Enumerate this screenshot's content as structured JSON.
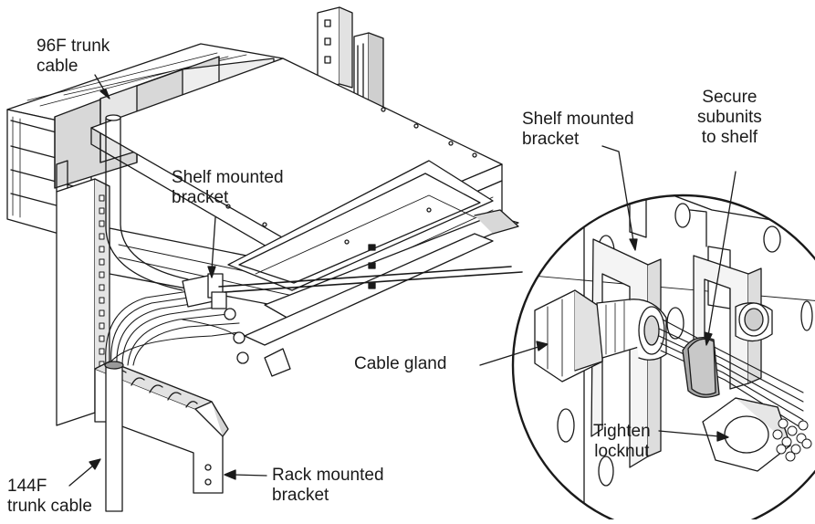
{
  "labels": {
    "trunk_96f": "96F trunk\ncable",
    "shelf_bracket_left": "Shelf mounted\nbracket",
    "shelf_bracket_right": "Shelf mounted\nbracket",
    "secure_subunits": "Secure\nsubunits\nto shelf",
    "cable_gland": "Cable gland",
    "tighten_locknut": "Tighten\nlocknut",
    "rack_bracket": "Rack mounted\nbracket",
    "trunk_144f": "144F\ntrunk cable"
  },
  "colors": {
    "line": "#1a1a1a",
    "fill": "#ffffff",
    "shade": "#e2e2e2",
    "dark": "#9a9a9a"
  }
}
